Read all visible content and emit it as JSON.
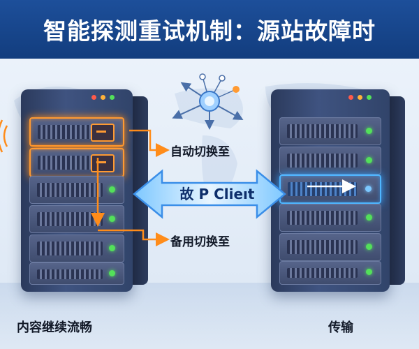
{
  "title": "智能探测重试机制：源站故障时",
  "labels": {
    "auto_switch": "自动切换至",
    "backup_switch": "备用切换至",
    "center": "故 P Clieıt",
    "left_bottom": "内容继续流畅",
    "right_bottom": "传输"
  },
  "colors": {
    "title_bar": "#1d4f9a",
    "failure_orange": "#ff9a32",
    "active_blue": "#4fb6ff",
    "led_green": "#53e05a"
  },
  "icons": {
    "network_hub": "network-hub-icon",
    "signal": "signal-waves-icon"
  }
}
